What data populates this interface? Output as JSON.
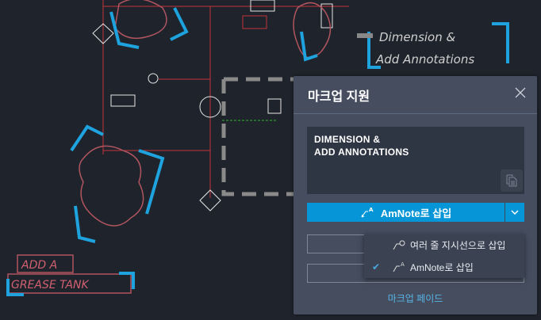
{
  "drawing": {
    "annotation_top": [
      "Dimension &",
      "Add Annotations"
    ],
    "annotation_bottom": [
      "ADD A",
      "GREASE TANK"
    ]
  },
  "panel": {
    "title": "마크업 지원",
    "close_icon": "close-icon",
    "markup_text_line1": "DIMENSION &",
    "markup_text_line2": "ADD ANNOTATIONS",
    "copy_icon": "copy-icon",
    "insert_button": "AmNote로 삽입",
    "accent": "#0696d7",
    "menu": [
      {
        "label": "여러 줄 지시선으로 삽입",
        "icon": "multileader-icon",
        "checked": false
      },
      {
        "label": "AmNote로 삽입",
        "icon": "amnote-icon",
        "checked": true
      }
    ],
    "link": "마크업 페이드"
  }
}
